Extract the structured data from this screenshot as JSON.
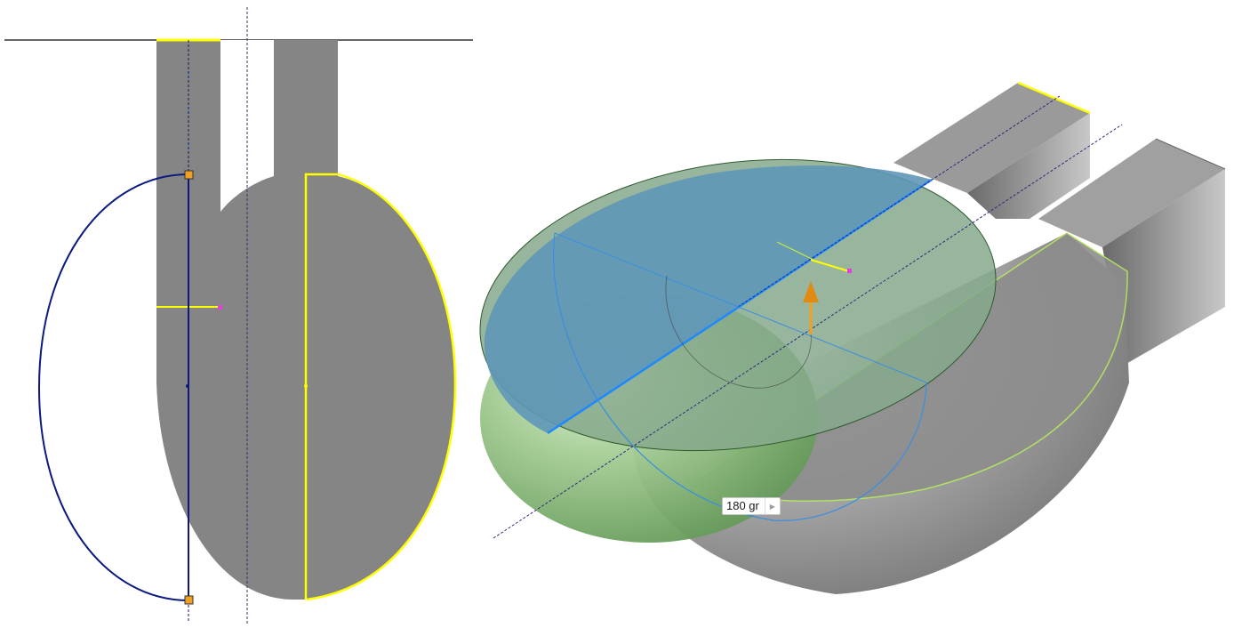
{
  "views": {
    "left": {
      "name": "sketch-profile-view"
    },
    "right": {
      "name": "3d-revolve-preview"
    }
  },
  "revolve": {
    "angle_value": "180 gr",
    "direction_icon": "arrow-up-icon",
    "options_icon": "triangle-right-icon"
  },
  "colors": {
    "background": "#ffffff",
    "body_gray": "#858585",
    "selection_yellow": "#ffff00",
    "sketch_navy": "#0c1a80",
    "axis_blue": "#3a8ee0",
    "preview_green": "#8fc07a",
    "handle_orange": "#f0a020",
    "point_magenta": "#e040e0"
  }
}
